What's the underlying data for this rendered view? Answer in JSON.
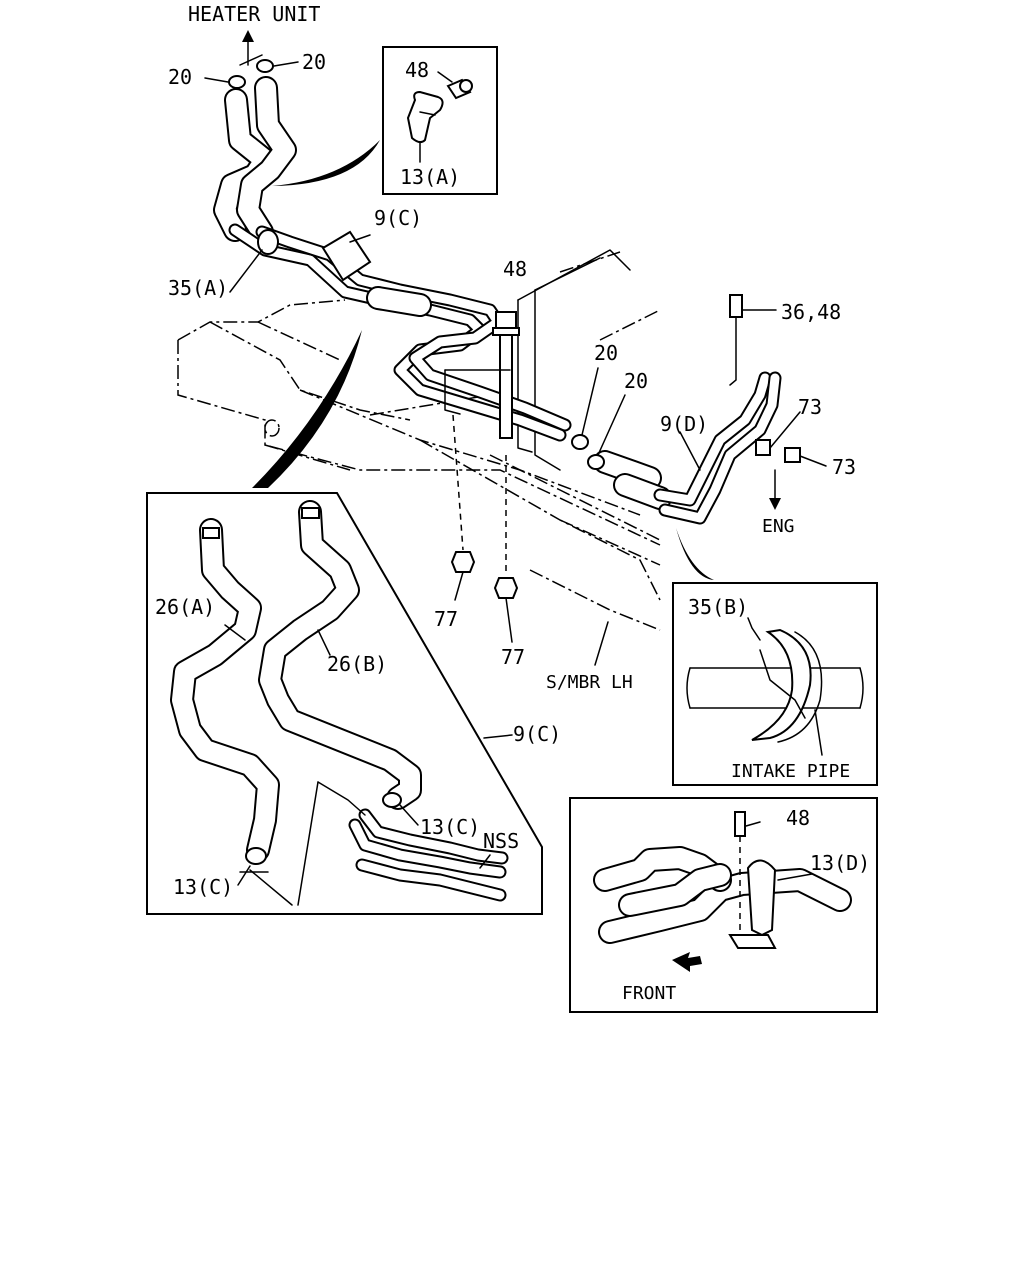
{
  "labels": {
    "heater_unit": "HEATER UNIT",
    "clamp_20_left": "20",
    "clamp_20_right": "20",
    "bolt_48_box": "48",
    "clip_13a": "13(A)",
    "pipe_9c_top": "9(C)",
    "hose_35a": "35(A)",
    "bolt_48_center": "48",
    "bolt_36_48": "36,48",
    "clamp_20_mid1": "20",
    "clamp_20_mid2": "20",
    "pipe_9d": "9(D)",
    "clip_73_top": "73",
    "clip_73_bottom": "73",
    "eng": "ENG",
    "nut_77_left": "77",
    "nut_77_right": "77",
    "hose_26a": "26(A)",
    "hose_26b": "26(B)",
    "pipe_9c_detail": "9(C)",
    "clip_13c_right": "13(C)",
    "nss": "NSS",
    "clip_13c_left": "13(C)",
    "smbr_lh": "S/MBR LH",
    "clip_35b": "35(B)",
    "intake_pipe": "INTAKE PIPE",
    "bolt_48_detail": "48",
    "clip_13d": "13(D)",
    "front": "FRONT"
  }
}
